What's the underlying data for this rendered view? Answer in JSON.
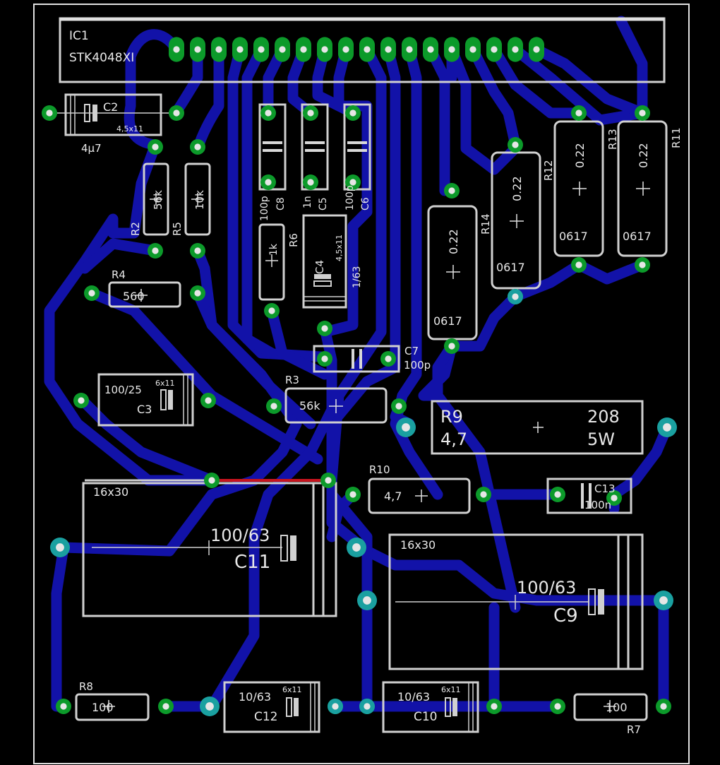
{
  "colors": {
    "background": "#000000",
    "trace": "#1212a8",
    "pad_ring": "#0c9a2a",
    "pad_ring_cyan": "#1aa0a0",
    "pad_hole": "#e6e6e6",
    "silkscreen": "#d9d9d9",
    "wire_red": "#c8141e",
    "text": "#ececec"
  },
  "components": {
    "ic1": {
      "ref": "IC1",
      "part": "STK4048XI"
    },
    "c2": {
      "ref": "C2",
      "size": "4,5x11",
      "value": "4µ7"
    },
    "r2": {
      "ref": "R2",
      "value": "56k"
    },
    "r5": {
      "ref": "R5",
      "value": "10k"
    },
    "c8": {
      "ref": "C8",
      "value": "100p"
    },
    "c5": {
      "ref": "C5",
      "value": "1n"
    },
    "c6": {
      "ref": "C6",
      "value": "100p"
    },
    "r6": {
      "ref": "R6",
      "value": "1k"
    },
    "c4": {
      "ref": "C4",
      "size": "4,5x11",
      "value": "1/63"
    },
    "r4": {
      "ref": "R4",
      "value": "560"
    },
    "c7": {
      "ref": "C7",
      "value": "100p"
    },
    "c3": {
      "ref": "C3",
      "value": "100/25",
      "size": "6x11"
    },
    "r3": {
      "ref": "R3",
      "value": "56k"
    },
    "r9": {
      "ref": "R9",
      "value": "4,7",
      "package": "208",
      "power": "5W"
    },
    "r10": {
      "ref": "R10",
      "value": "4,7"
    },
    "c13": {
      "ref": "C13",
      "value": "100n"
    },
    "c11": {
      "ref": "C11",
      "value": "100/63",
      "size": "16x30"
    },
    "c9": {
      "ref": "C9",
      "value": "100/63",
      "size": "16x30"
    },
    "r8": {
      "ref": "R8",
      "value": "100"
    },
    "c12": {
      "ref": "C12",
      "value": "10/63",
      "size": "6x11"
    },
    "c10": {
      "ref": "C10",
      "value": "10/63",
      "size": "6x11"
    },
    "r7": {
      "ref": "R7",
      "value": "100"
    },
    "r14": {
      "ref": "R14",
      "value": "0.22",
      "package": "0617"
    },
    "r12": {
      "ref": "R12",
      "value": "0.22",
      "package": "0617"
    },
    "r13": {
      "ref": "R13",
      "value": "0.22",
      "package": "0617"
    },
    "r11": {
      "ref": "R11",
      "value": "0.22",
      "package": "0617"
    }
  }
}
